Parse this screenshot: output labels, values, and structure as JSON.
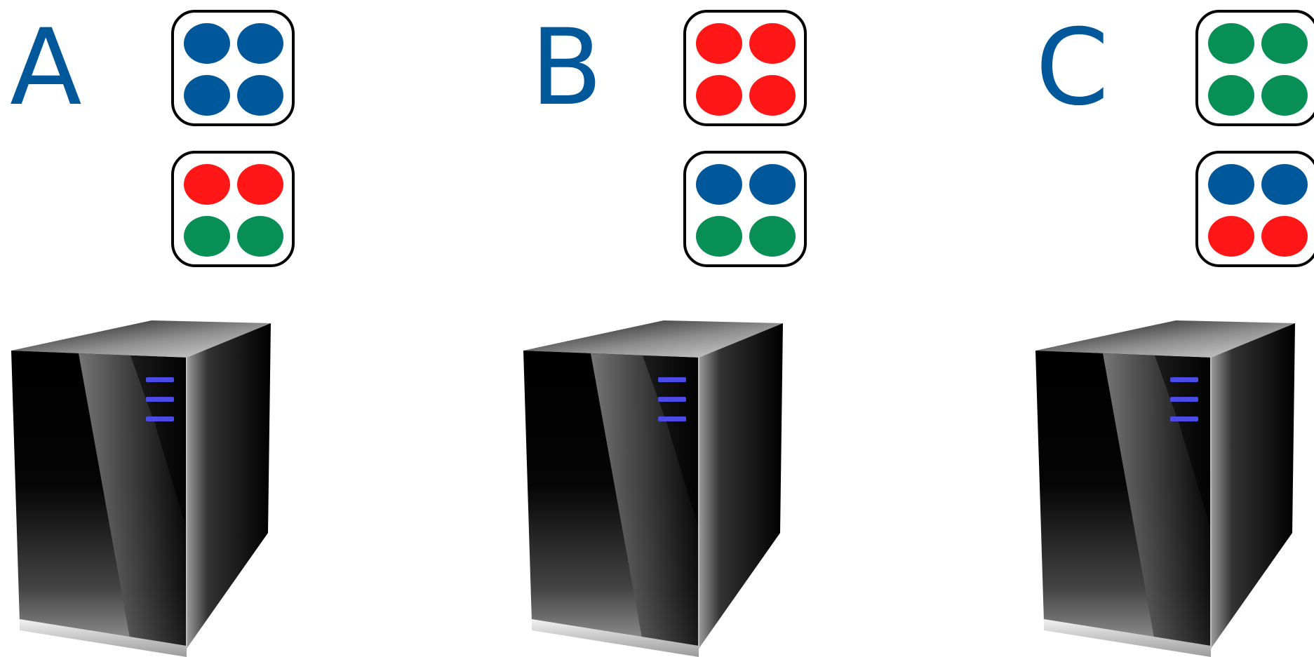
{
  "colors": {
    "label": "#00579a",
    "blue": "#00579a",
    "red": "#ff1616",
    "green": "#078f55",
    "chip_border": "#000000",
    "indicator": "#4b4be8"
  },
  "servers": [
    {
      "label": "A",
      "icon": "server-tower-icon",
      "chips": [
        {
          "dots": [
            "blue",
            "blue",
            "blue",
            "blue"
          ]
        },
        {
          "dots": [
            "red",
            "red",
            "green",
            "green"
          ]
        }
      ]
    },
    {
      "label": "B",
      "icon": "server-tower-icon",
      "chips": [
        {
          "dots": [
            "red",
            "red",
            "red",
            "red"
          ]
        },
        {
          "dots": [
            "blue",
            "blue",
            "green",
            "green"
          ]
        }
      ]
    },
    {
      "label": "C",
      "icon": "server-tower-icon",
      "chips": [
        {
          "dots": [
            "green",
            "green",
            "green",
            "green"
          ]
        },
        {
          "dots": [
            "blue",
            "blue",
            "red",
            "red"
          ]
        }
      ]
    }
  ]
}
